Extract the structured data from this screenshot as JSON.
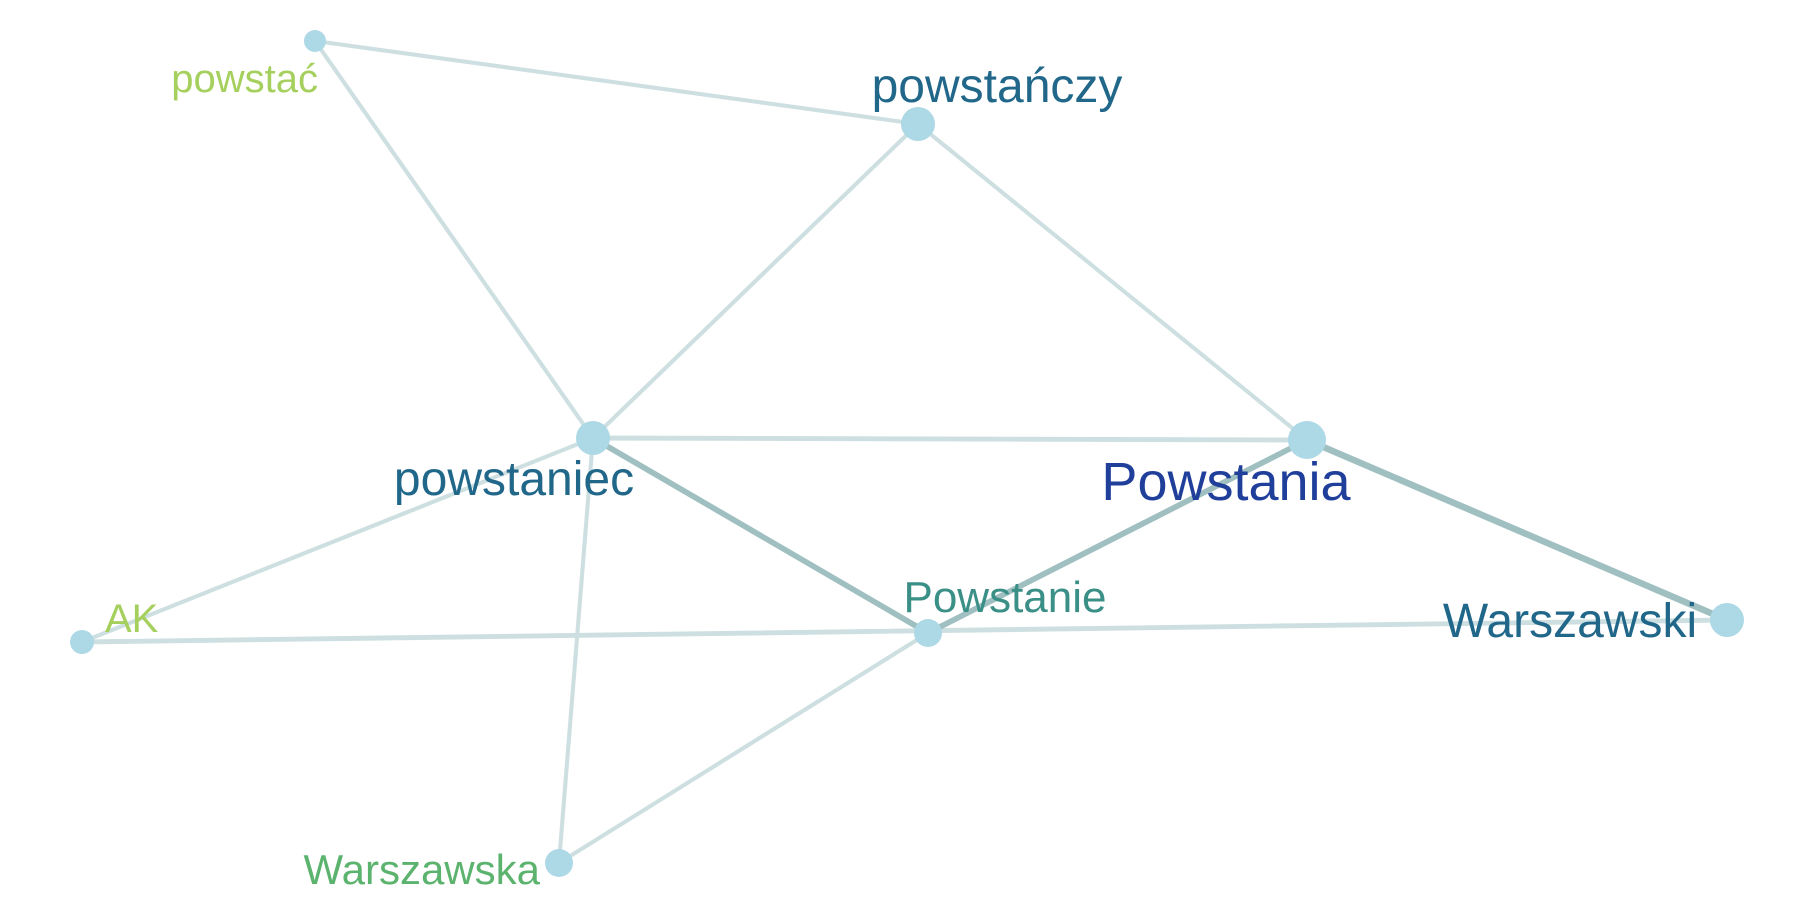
{
  "graph": {
    "nodes": [
      {
        "id": "powstac",
        "label": "powstać",
        "label_color": "#a6d05e",
        "weight": 1
      },
      {
        "id": "powstanczy",
        "label": "powstańczy",
        "label_color": "#21678a",
        "weight": 3
      },
      {
        "id": "powstaniec",
        "label": "powstaniec",
        "label_color": "#21678a",
        "weight": 3
      },
      {
        "id": "Powstania",
        "label": "Powstania",
        "label_color": "#1f3f9a",
        "weight": 4
      },
      {
        "id": "AK",
        "label": "AK",
        "label_color": "#a6d05e",
        "weight": 1
      },
      {
        "id": "Powstanie",
        "label": "Powstanie",
        "label_color": "#3a8f86",
        "weight": 2
      },
      {
        "id": "Warszawski",
        "label": "Warszawski",
        "label_color": "#21678a",
        "weight": 3
      },
      {
        "id": "Warszawska",
        "label": "Warszawska",
        "label_color": "#5bb36e",
        "weight": 2
      }
    ],
    "edges": [
      {
        "source": "powstac",
        "target": "powstanczy",
        "weight": 1
      },
      {
        "source": "powstac",
        "target": "powstaniec",
        "weight": 1
      },
      {
        "source": "powstanczy",
        "target": "powstaniec",
        "weight": 1
      },
      {
        "source": "powstanczy",
        "target": "Powstania",
        "weight": 1
      },
      {
        "source": "powstaniec",
        "target": "Powstania",
        "weight": 1.5
      },
      {
        "source": "powstaniec",
        "target": "Powstanie",
        "weight": 2
      },
      {
        "source": "powstaniec",
        "target": "AK",
        "weight": 1
      },
      {
        "source": "powstaniec",
        "target": "Warszawska",
        "weight": 1
      },
      {
        "source": "AK",
        "target": "Warszawski",
        "weight": 1.5
      },
      {
        "source": "Powstanie",
        "target": "Powstania",
        "weight": 2
      },
      {
        "source": "Powstania",
        "target": "Warszawski",
        "weight": 2.5
      },
      {
        "source": "Powstanie",
        "target": "Warszawska",
        "weight": 1
      }
    ],
    "colors": {
      "node_fill": "#add8e6",
      "edge_light": "#cddfe0",
      "edge_dark": "#9fbfc0"
    }
  }
}
